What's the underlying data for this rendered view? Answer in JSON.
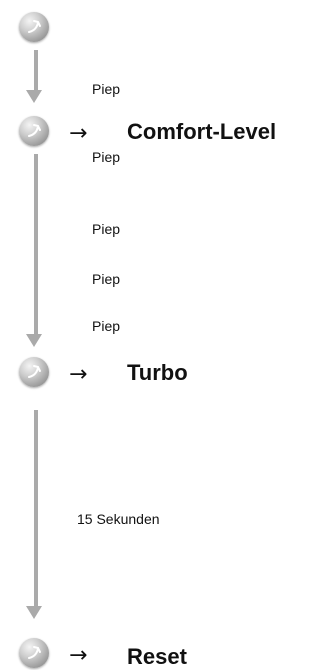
{
  "steps": {
    "comfort": {
      "arrow": "→",
      "label": "Comfort-Level"
    },
    "turbo": {
      "arrow": "→",
      "label": "Turbo"
    },
    "reset": {
      "arrow": "→",
      "label": "Reset"
    }
  },
  "beeps": [
    "Piep",
    "Piep",
    "Piep",
    "Piep",
    "Piep"
  ],
  "duration": "15 Sekunden",
  "icon": "power-button-icon",
  "colors": {
    "connector": "#aaaaaa",
    "button": "#9a9a9a"
  }
}
